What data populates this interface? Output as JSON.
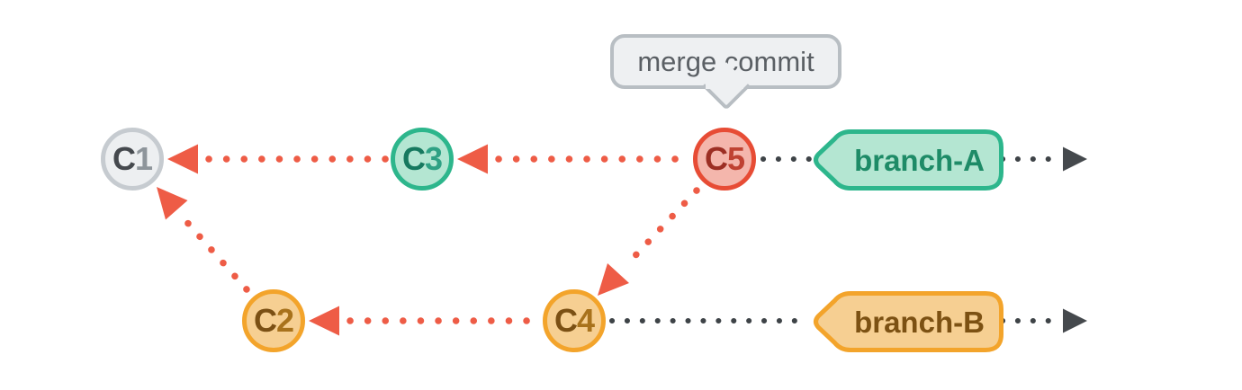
{
  "tooltip": {
    "text": "merge commit"
  },
  "commits": [
    {
      "id": "C1",
      "letter": "C",
      "number": "1",
      "fill": "#edeff1",
      "border": "#c6cbd0"
    },
    {
      "id": "C2",
      "letter": "C",
      "number": "2",
      "fill": "#f6cf92",
      "border": "#f3a42b"
    },
    {
      "id": "C3",
      "letter": "C",
      "number": "3",
      "fill": "#b4e6d2",
      "border": "#2db68c"
    },
    {
      "id": "C4",
      "letter": "C",
      "number": "4",
      "fill": "#f6cf92",
      "border": "#f3a42b"
    },
    {
      "id": "C5",
      "letter": "C",
      "number": "5",
      "fill": "#f4b6ac",
      "border": "#e74c35"
    }
  ],
  "branches": [
    {
      "label": "branch-A",
      "fill": "#b4e6d2",
      "border": "#2db68c",
      "text_color": "#1e8b67"
    },
    {
      "label": "branch-B",
      "fill": "#f6cf92",
      "border": "#f3a42b",
      "text_color": "#7c5113"
    }
  ],
  "edges": {
    "parent_arrow_color": "#ee5c46",
    "timeline_color": "#3e4347",
    "parent_links": [
      "C3->C1",
      "C5->C3",
      "C5->C4",
      "C4->C2",
      "C2->C1"
    ],
    "timelines": [
      "branch-A",
      "branch-B"
    ]
  }
}
